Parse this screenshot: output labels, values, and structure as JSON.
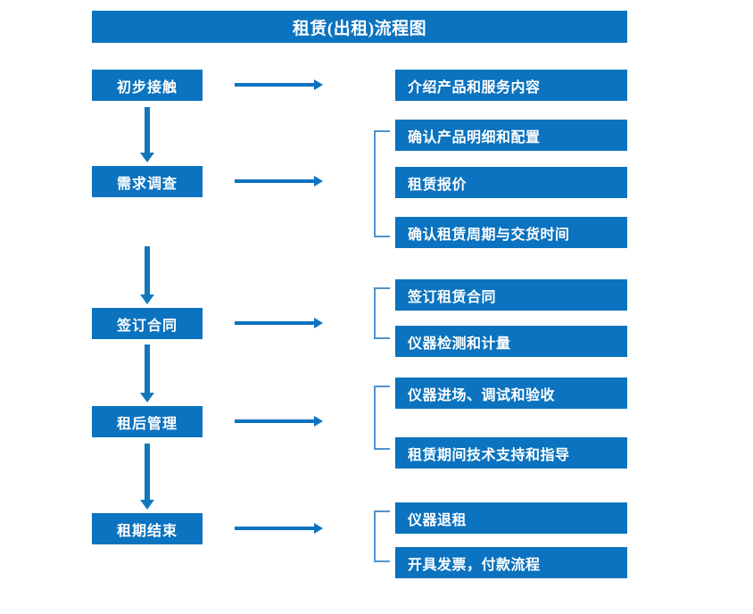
{
  "diagram": {
    "title": "租赁(出租)流程图",
    "accent_color": "#0B73BF",
    "bracket_color": "#4E93CC",
    "title_text_color": "#FFFFFF"
  },
  "stages": [
    {
      "label": "初步接触"
    },
    {
      "label": "需求调查"
    },
    {
      "label": "签订合同"
    },
    {
      "label": "租后管理"
    },
    {
      "label": "租期结束"
    }
  ],
  "details": [
    {
      "label": "介绍产品和服务内容"
    },
    {
      "label": "确认产品明细和配置"
    },
    {
      "label": "租赁报价"
    },
    {
      "label": "确认租赁周期与交货时间"
    },
    {
      "label": "签订租赁合同"
    },
    {
      "label": "仪器检测和计量"
    },
    {
      "label": "仪器进场、调试和验收"
    },
    {
      "label": "租赁期间技术支持和指导"
    },
    {
      "label": "仪器退租"
    },
    {
      "label": "开具发票，付款流程"
    }
  ],
  "connectors": {
    "down_arrow_name": "flow-down-arrow",
    "right_arrow_name": "flow-right-arrow",
    "bracket_name": "group-bracket"
  }
}
